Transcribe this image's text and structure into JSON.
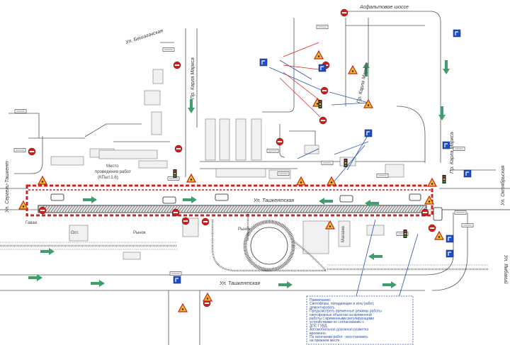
{
  "streets": {
    "asphalt_highway": "Асфальтовое шоссе",
    "beshagach": "Ул. Бешагачская",
    "karla_marksa_left": "Пр. Карла Маркса",
    "karla_marksa_mid": "Пр. Карла Маркса",
    "karla_marksa_right": "Пр. Карла Маркса",
    "tashkent_main": "Ул. Ташкентская",
    "tashkent_lower": "Ул. Ташкентская",
    "sergeli": "Ул. Сергели-Ташкент",
    "right_top": "Ул. Октябрьская",
    "right_bottom": "Ул. Ямбакий"
  },
  "labels": {
    "work_site_1": "Место",
    "work_site_2": "проведения работ",
    "work_site_3": "(КПшт.1.6)",
    "gate": "Гаваи",
    "stop": "Ост.",
    "market_left": "Рынок",
    "market_center": "Рынок",
    "shop": "Магазин"
  },
  "notes": [
    "Примечание:",
    "Светофоры, попадающие в зону работ,",
    "демонтировать.",
    "Предусмотреть временные режимы работы",
    "светофорных объектов на временной",
    "работы с временными регулирующими",
    "устройствами по согласованию с",
    "ДПС ГУВД.",
    "Автомобильная дорожная разметка",
    "временно.",
    "По окончании работ - восстановить",
    "на прежнем месте."
  ],
  "colors": {
    "barrier_red": "#d42020",
    "sign_red": "#cc1f1f",
    "sign_blue": "#1d4ec9",
    "sign_yellow": "#f2c01b",
    "arrow_green": "#3f9e6a",
    "annotation_blue": "#2a4fb0"
  }
}
